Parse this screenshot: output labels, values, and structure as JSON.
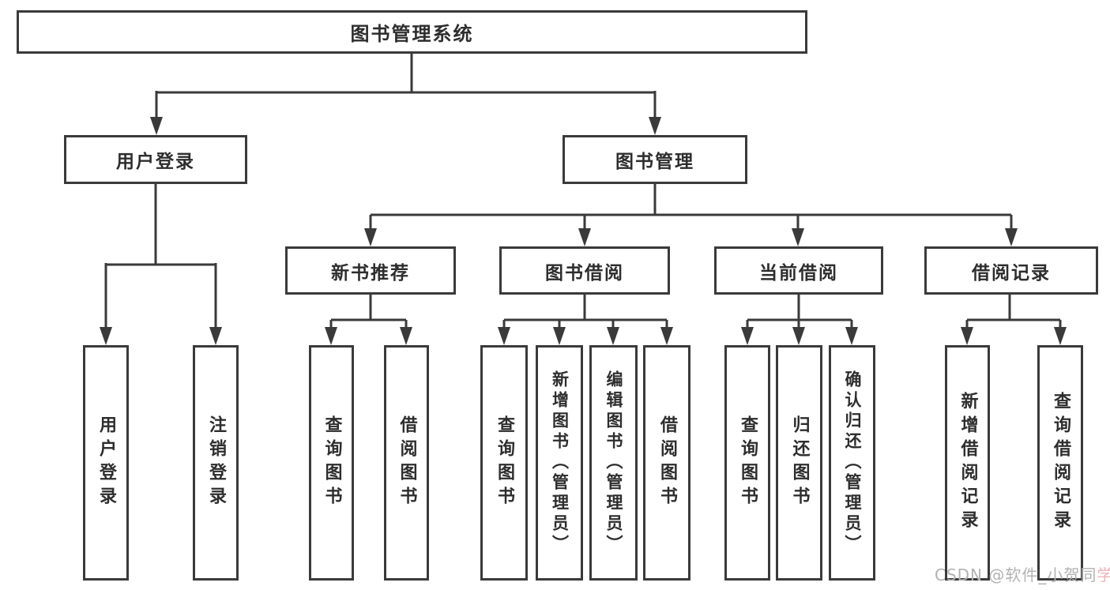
{
  "tree": {
    "label": "图书管理系统",
    "children": [
      {
        "label": "用户登录",
        "children": [
          {
            "label": "用户登录"
          },
          {
            "label": "注销登录"
          }
        ]
      },
      {
        "label": "图书管理",
        "children": [
          {
            "label": "新书推荐",
            "children": [
              {
                "label": "查询图书"
              },
              {
                "label": "借阅图书"
              }
            ]
          },
          {
            "label": "图书借阅",
            "children": [
              {
                "label": "查询图书"
              },
              {
                "label": "新增图书（管理员）"
              },
              {
                "label": "编辑图书（管理员）"
              },
              {
                "label": "借阅图书"
              }
            ]
          },
          {
            "label": "当前借阅",
            "children": [
              {
                "label": "查询图书"
              },
              {
                "label": "归还图书"
              },
              {
                "label": "确认归还（管理员）"
              }
            ]
          },
          {
            "label": "借阅记录",
            "children": [
              {
                "label": "新增借阅记录"
              },
              {
                "label": "查询借阅记录"
              }
            ]
          }
        ]
      }
    ]
  },
  "watermark": {
    "text_main": "CSDN @软件_小贺同",
    "text_accent": "学"
  },
  "colors": {
    "line": "#3a3a3a",
    "text": "#2d2d2d",
    "background": "#ffffff",
    "watermark_gray": "#b2b2b2",
    "watermark_pink": "#f0b0b6"
  }
}
